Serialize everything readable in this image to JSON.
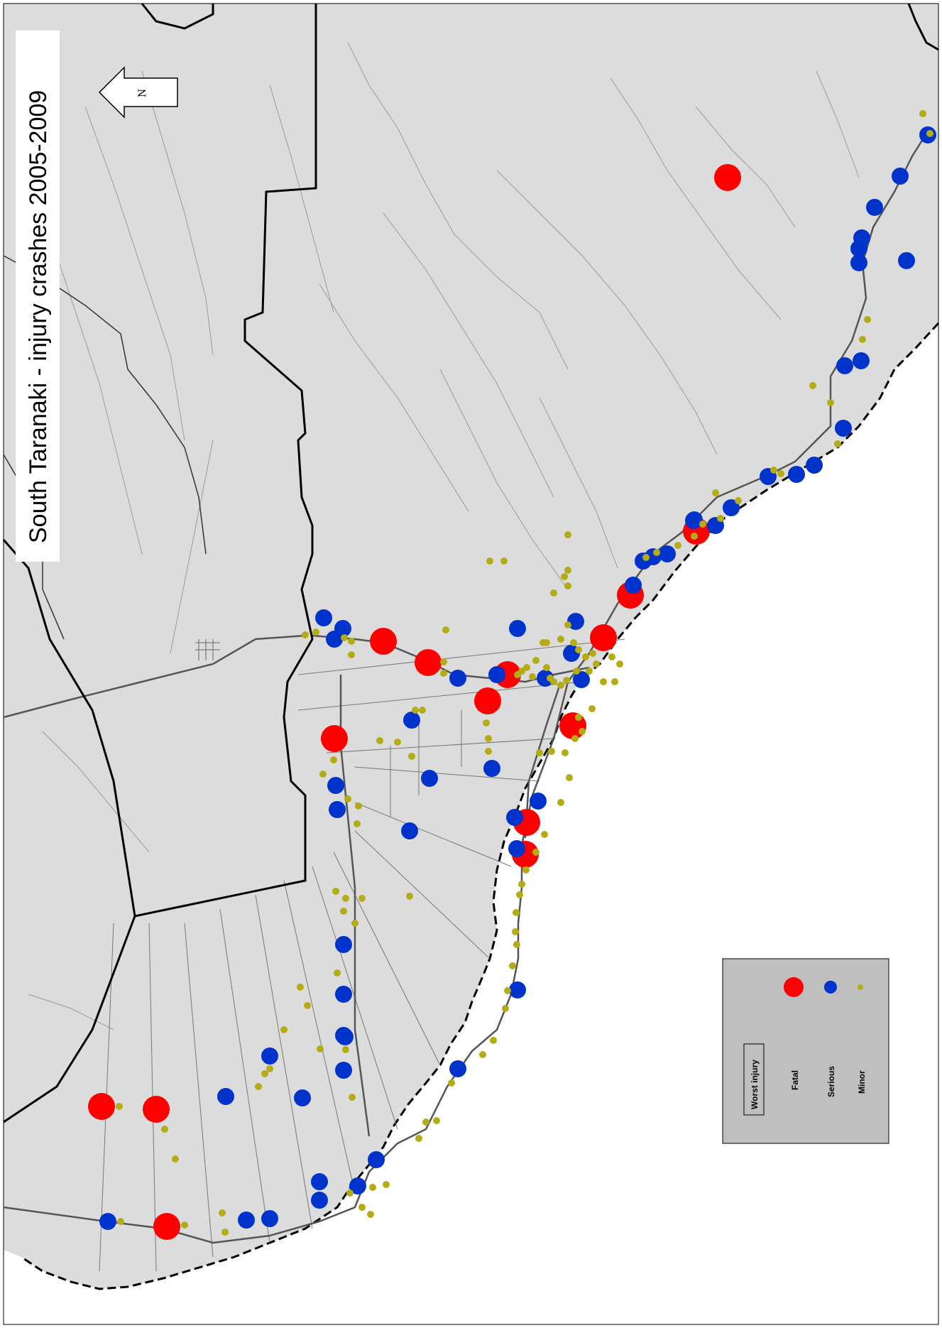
{
  "map": {
    "title": "South Taranaki - injury crashes 2005-2009",
    "north_label": "N",
    "colors": {
      "land": "#dcdcdc",
      "sea": "#ffffff",
      "fatal": "#ff0000",
      "serious": "#0033cc",
      "minor": "#b3ac14",
      "roads": "#555555",
      "boundary": "#000000",
      "legend_bg": "#bfbfbf"
    },
    "legend": {
      "heading": "Worst injury",
      "items": [
        {
          "label": "Fatal",
          "severity": "fatal"
        },
        {
          "label": "Serious",
          "severity": "serious"
        },
        {
          "label": "Minor",
          "severity": "minor"
        }
      ]
    }
  }
}
